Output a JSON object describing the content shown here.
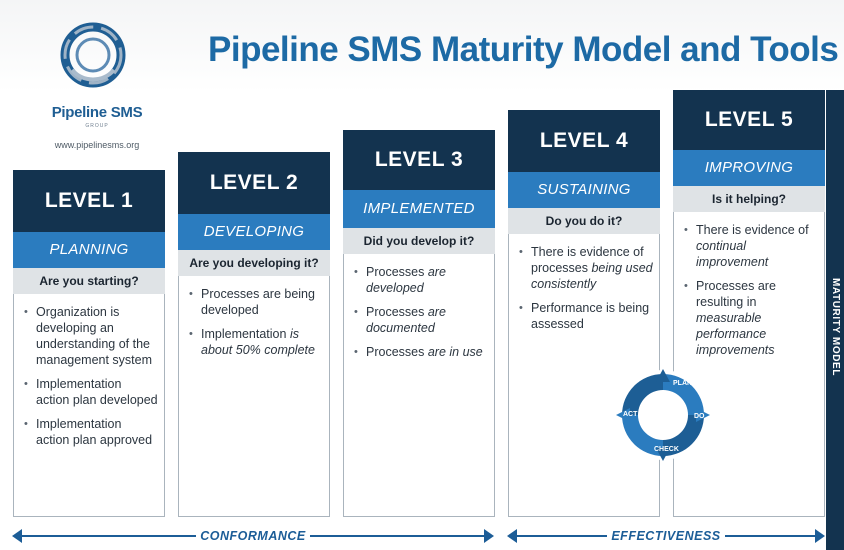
{
  "title": "Pipeline SMS Maturity Model and Tools",
  "logo": {
    "name": "Pipeline SMS",
    "sub": "GROUP",
    "url": "www.pipelinesms.org"
  },
  "levels": [
    {
      "heading": "LEVEL 1",
      "stage": "PLANNING",
      "question": "Are you starting?",
      "bullets": [
        "Organization is developing an understanding of the management system",
        "Implementation action plan developed",
        "Implementation action plan approved"
      ]
    },
    {
      "heading": "LEVEL 2",
      "stage": "DEVELOPING",
      "question": "Are you developing it?",
      "bullets": [
        "Processes are being developed",
        "Implementation is about 50% complete"
      ]
    },
    {
      "heading": "LEVEL 3",
      "stage": "IMPLEMENTED",
      "question": "Did you develop it?",
      "bullets": [
        "Processes are developed",
        "Processes are documented",
        "Processes are in use"
      ]
    },
    {
      "heading": "LEVEL 4",
      "stage": "SUSTAINING",
      "question": "Do you do it?",
      "bullets": [
        "There is evidence of processes being used consistently",
        "Performance is being assessed"
      ]
    },
    {
      "heading": "LEVEL 5",
      "stage": "IMPROVING",
      "question": "Is it helping?",
      "bullets": [
        "There is evidence of continual improvement",
        "Processes are resulting in measurable performance improvements"
      ]
    }
  ],
  "sidebar_label": "MATURITY MODEL",
  "cycle": {
    "plan": "PLAN",
    "do": "DO",
    "check": "CHECK",
    "act": "ACT"
  },
  "arrows": {
    "conformance": "CONFORMANCE",
    "effectiveness": "EFFECTIVENESS"
  },
  "colors": {
    "dark_navy": "#13334f",
    "accent_blue": "#2b7cbf",
    "title_blue": "#1d6aa5",
    "question_grey": "#dfe3e6"
  }
}
